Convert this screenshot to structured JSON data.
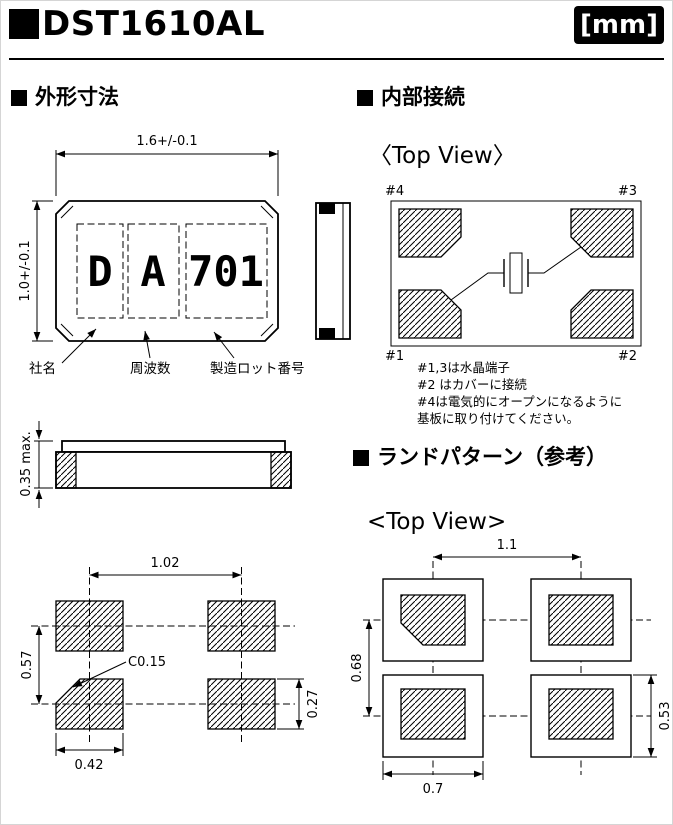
{
  "header": {
    "title": "DST1610AL",
    "unit": "[mm]"
  },
  "colors": {
    "ink": "#000000",
    "paper": "#ffffff"
  },
  "sections": {
    "outline": "外形寸法",
    "internal": "内部接続",
    "land": "ランドパターン（参考）"
  },
  "package_view": {
    "dim_width": "1.6+/-0.1",
    "dim_height": "1.0+/-0.1",
    "marking": {
      "company": "D",
      "frequency": "A",
      "lot": "701"
    },
    "labels": {
      "company": "社名",
      "frequency": "周波数",
      "lot": "製造ロット番号"
    }
  },
  "side_profile": {
    "dim_thickness": "0.35 max."
  },
  "internal_view": {
    "top_view_label": "〈Top View〉",
    "pins": {
      "tl": "#4",
      "tr": "#3",
      "bl": "#1",
      "br": "#2"
    },
    "notes": [
      "#1,3は水晶端子",
      "#2 はカバーに接続",
      "#4は電気的にオープンになるように",
      "基板に取り付けてください。"
    ]
  },
  "land_pattern_left": {
    "dim_pitch_x": "1.02",
    "dim_pitch_y": "0.57",
    "chamfer_note": "C0.15",
    "dim_pad_height": "0.27",
    "dim_pad_width": "0.42"
  },
  "land_pattern_right": {
    "top_view_label": "<Top View>",
    "dim_pitch_x": "1.1",
    "dim_pitch_y": "0.68",
    "dim_pad_height": "0.53",
    "dim_pad_width": "0.7"
  }
}
